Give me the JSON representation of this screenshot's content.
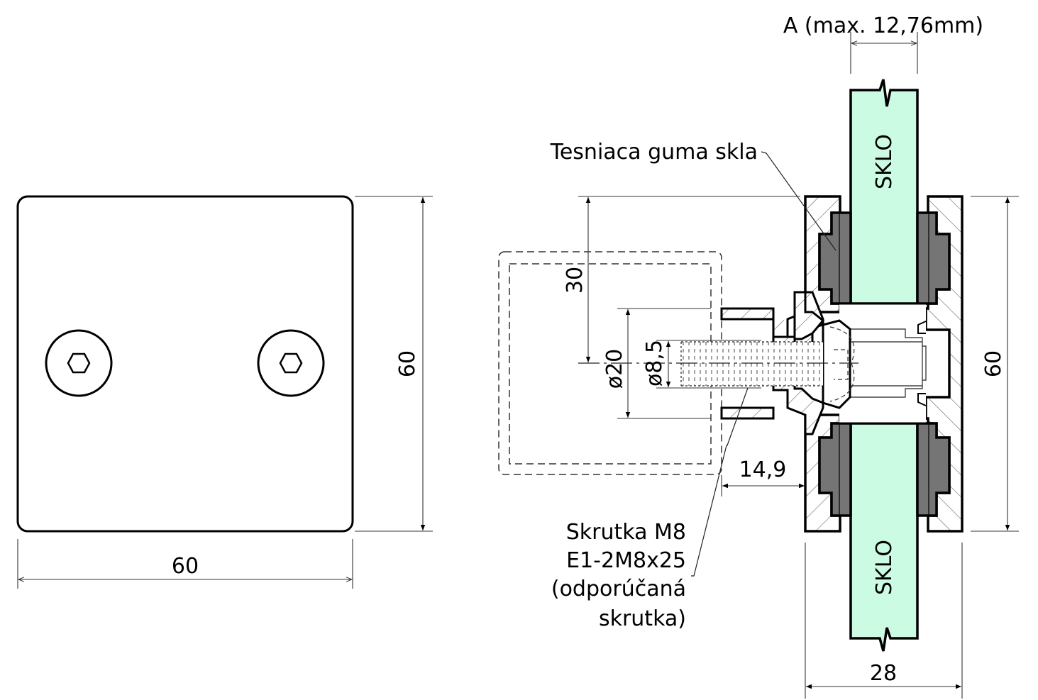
{
  "drawing": {
    "front_view": {
      "width_dim": "60",
      "height_dim": "60",
      "screw_heads": [
        "hex-socket-screw-left",
        "hex-socket-screw-right"
      ]
    },
    "section_view": {
      "glass_thickness_label": "A (max. 12,76mm)",
      "gasket_label": "Tesniaca guma skla",
      "glass_label_top": "SKLO",
      "glass_label_bottom": "SKLO",
      "dim_30": "30",
      "dim_d20": "ø20",
      "dim_d85": "ø8,5",
      "dim_149": "14,9",
      "dim_height": "60",
      "dim_width": "28",
      "screw_label": {
        "line1": "Skrutka M8",
        "line2": "E1-2M8x25",
        "line3": "(odporúčaná",
        "line4": "skrutka)"
      }
    },
    "colors": {
      "glass": "#ccfbe3",
      "rubber": "#757575",
      "outline": "#000000"
    }
  }
}
